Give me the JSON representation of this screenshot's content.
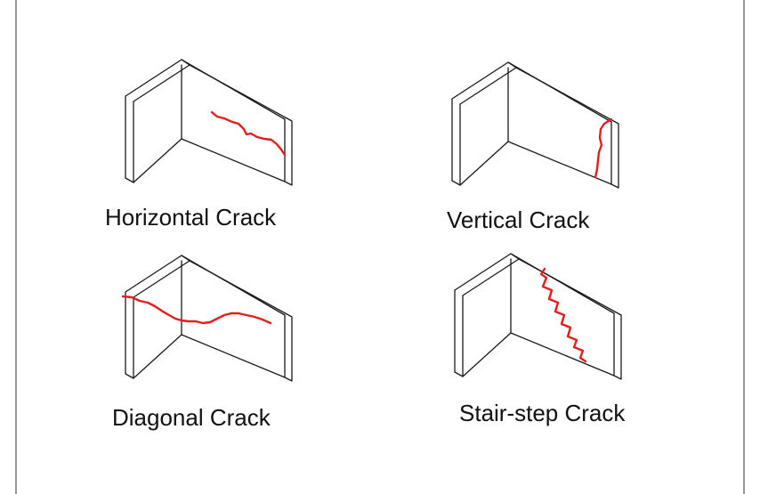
{
  "colors": {
    "crack": "#e0201e",
    "line": "#1a1a1a",
    "frame": "#555555"
  },
  "panels": [
    {
      "label": "Horizontal Crack"
    },
    {
      "label": "Vertical Crack"
    },
    {
      "label": "Diagonal Crack"
    },
    {
      "label": "Stair-step Crack"
    }
  ]
}
